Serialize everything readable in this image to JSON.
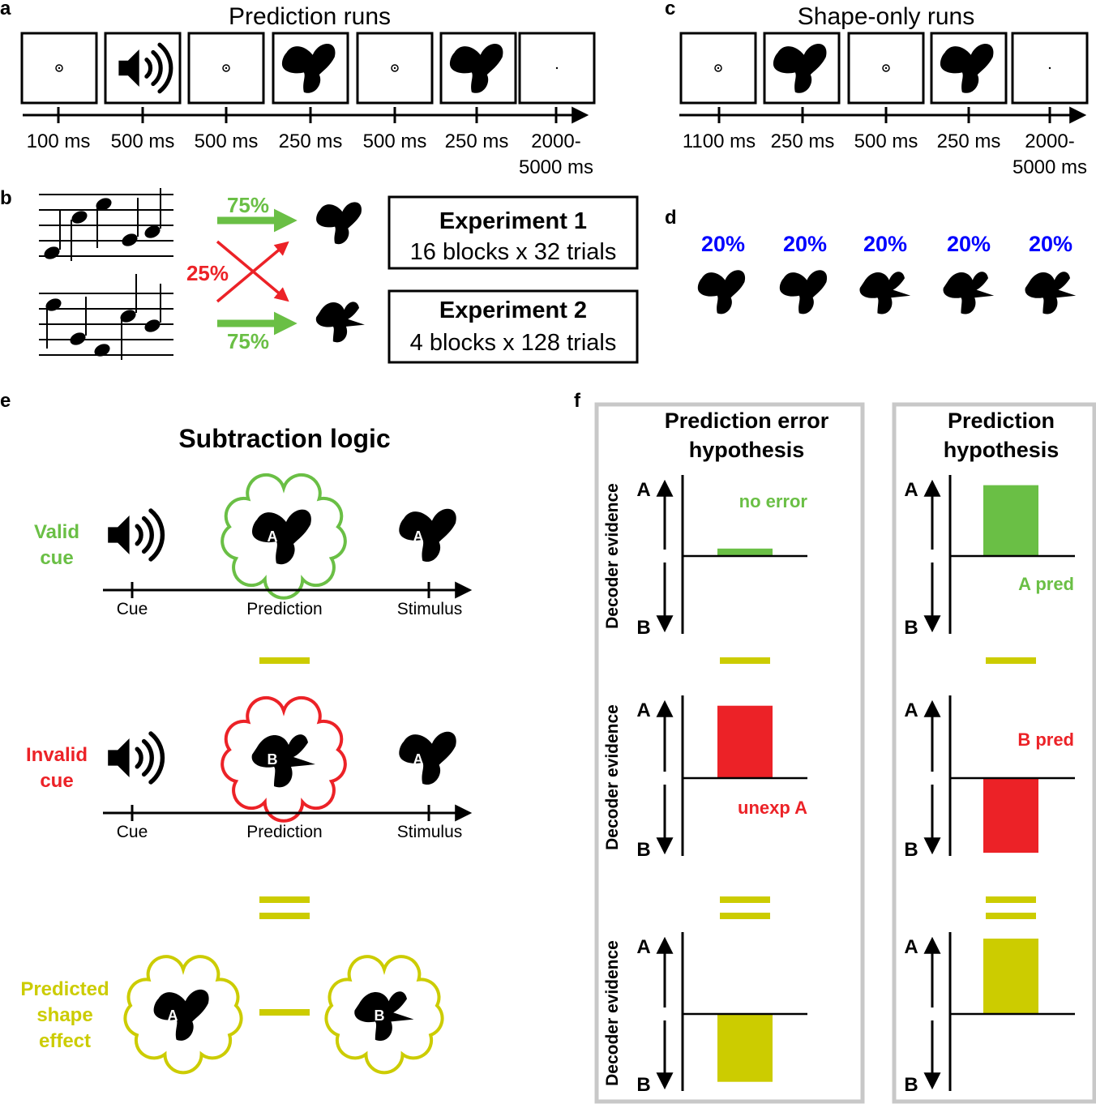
{
  "panel_letters": {
    "a": "a",
    "b": "b",
    "c": "c",
    "d": "d",
    "e": "e",
    "f": "f"
  },
  "panel_a": {
    "title": "Prediction runs",
    "frames": [
      "fixation",
      "sound",
      "fixation",
      "shape",
      "fixation",
      "shape",
      "dot"
    ],
    "durations": [
      "100 ms",
      "500 ms",
      "500 ms",
      "250 ms",
      "500 ms",
      "250 ms"
    ],
    "last_duration": [
      "2000-",
      "5000 ms"
    ]
  },
  "panel_b": {
    "valid_pct_top": "75%",
    "valid_pct_bottom": "75%",
    "invalid_pct": "25%",
    "experiment1": {
      "title": "Experiment 1",
      "detail": "16 blocks x 32 trials"
    },
    "experiment2": {
      "title": "Experiment 2",
      "detail": "4 blocks x 128 trials"
    }
  },
  "panel_c": {
    "title": "Shape-only runs",
    "frames": [
      "fixation",
      "shape",
      "fixation",
      "shape",
      "dot"
    ],
    "durations": [
      "1100 ms",
      "250 ms",
      "500 ms",
      "250 ms"
    ],
    "last_duration": [
      "2000-",
      "5000 ms"
    ]
  },
  "panel_d": {
    "probabilities": [
      "20%",
      "20%",
      "20%",
      "20%",
      "20%"
    ]
  },
  "panel_e": {
    "title": "Subtraction logic",
    "rows": [
      {
        "label": [
          "Valid",
          "cue"
        ],
        "prediction_letter": "A",
        "stimulus_letter": "A",
        "axis_labels": [
          "Cue",
          "Prediction",
          "Stimulus"
        ]
      },
      {
        "label": [
          "Invalid",
          "cue"
        ],
        "prediction_letter": "B",
        "stimulus_letter": "A",
        "axis_labels": [
          "Cue",
          "Prediction",
          "Stimulus"
        ]
      }
    ],
    "effect_label": [
      "Predicted",
      "shape",
      "effect"
    ],
    "effect_letters": [
      "A",
      "B"
    ]
  },
  "panel_f": {
    "left_title": [
      "Prediction error",
      "hypothesis"
    ],
    "right_title": [
      "Prediction",
      "hypothesis"
    ],
    "y_label": "Decoder evidence",
    "axis_top": "A",
    "axis_bottom": "B",
    "left_annotations": [
      "no error",
      "unexp A"
    ],
    "right_annotations": [
      "A pred",
      "B pred"
    ]
  },
  "colors": {
    "green": "#6abf45",
    "red": "#ec2227",
    "olive": "#cccc00",
    "blue": "#0000ff",
    "box_grey": "#c8c8c8",
    "black": "#000000"
  }
}
